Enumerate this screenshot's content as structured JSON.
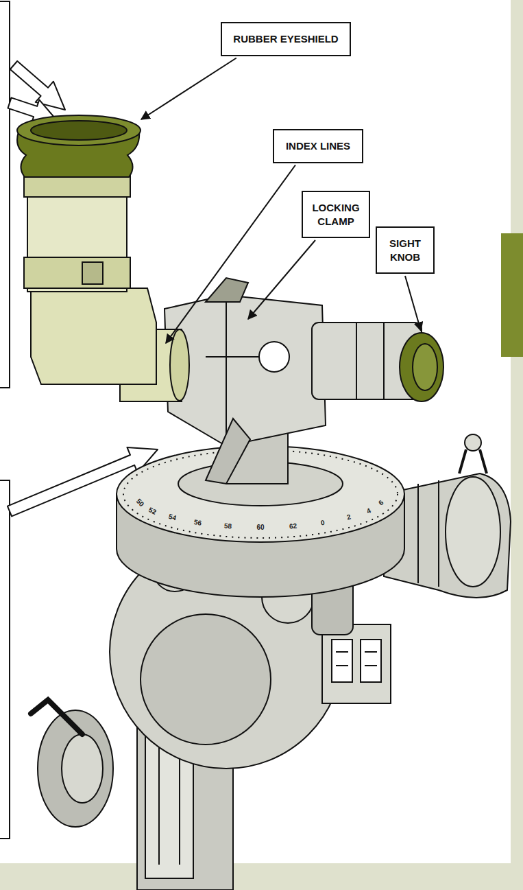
{
  "diagram": {
    "nodes": [
      {
        "text": [
          "RUBBER EYESHIELD"
        ]
      },
      {
        "text": [
          "INDEX LINES"
        ]
      },
      {
        "text": [
          "LOCKING CLAMP"
        ]
      },
      {
        "text": [
          "SIGHT KNOB"
        ]
      }
    ],
    "labels": [
      "50",
      "52",
      "54",
      "56",
      "58",
      "60",
      "62",
      "0",
      "2",
      "4",
      "6"
    ]
  }
}
